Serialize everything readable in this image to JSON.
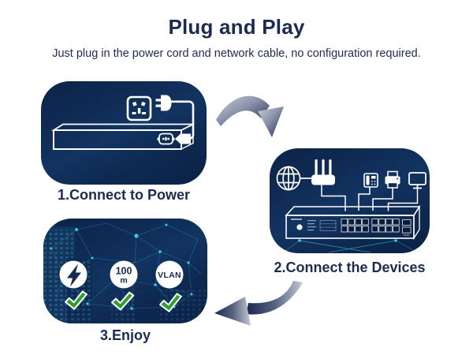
{
  "header": {
    "title": "Plug and Play",
    "subtitle": "Just plug in the power cord and network cable, no configuration required."
  },
  "steps": [
    {
      "label": "1.Connect to Power"
    },
    {
      "label": "2.Connect the Devices"
    },
    {
      "label": "3.Enjoy",
      "features": [
        {
          "name": "power",
          "icon": "lightning-bolt-icon",
          "checked": true
        },
        {
          "name": "transmission-distance",
          "text_line1": "100",
          "text_line2": "m",
          "checked": true
        },
        {
          "name": "vlan",
          "text": "VLAN",
          "checked": true
        }
      ]
    }
  ],
  "colors": {
    "heading_navy": "#1d2b52",
    "panel_navy": "#0e2a52",
    "check_green": "#2fa02f",
    "plexus_teal": "#3fc3da",
    "icon_white": "#ffffff"
  }
}
